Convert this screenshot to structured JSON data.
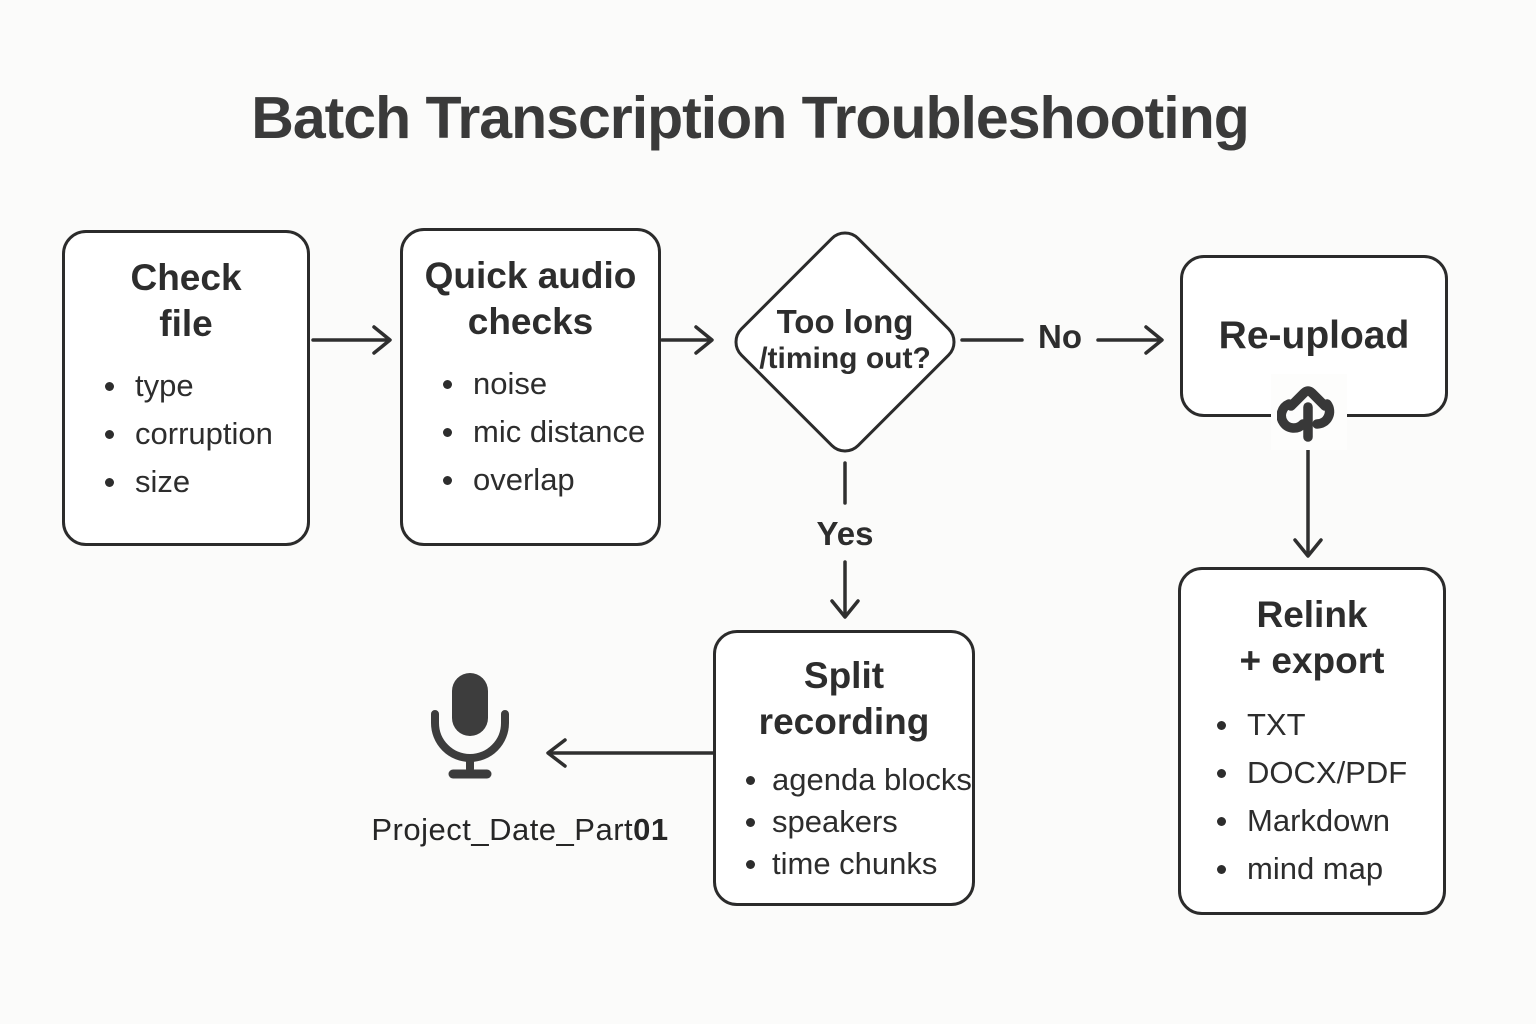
{
  "title": "Batch Transcription Troubleshooting",
  "nodes": {
    "check_file": {
      "title_line1": "Check",
      "title_line2": "file",
      "items": [
        "type",
        "corruption",
        "size"
      ]
    },
    "quick_audio": {
      "title_line1": "Quick audio",
      "title_line2": "checks",
      "items": [
        "noise",
        "mic distance",
        "overlap"
      ]
    },
    "decision": {
      "line1": "Too long",
      "line2": "/timing out?"
    },
    "reupload": {
      "label": "Re-upload",
      "icon": "cloud-upload-icon"
    },
    "relink_export": {
      "title_line1": "Relink",
      "title_line2": "+ export",
      "items": [
        "TXT",
        "DOCX/PDF",
        "Markdown",
        "mind map"
      ]
    },
    "split_recording": {
      "title_line1": "Split",
      "title_line2": "recording",
      "items": [
        "agenda blocks",
        "speakers",
        "time chunks"
      ]
    },
    "output_file": {
      "icon": "microphone-icon",
      "label_prefix": "Project_Date_Part",
      "label_suffix": "01"
    }
  },
  "edges": {
    "no_label": "No",
    "yes_label": "Yes"
  },
  "colors": {
    "background": "#fbfbfa",
    "box_fill": "#ffffff",
    "border": "#2b2b2b",
    "text": "#2d2d2d",
    "icon": "#3a3a3a"
  }
}
